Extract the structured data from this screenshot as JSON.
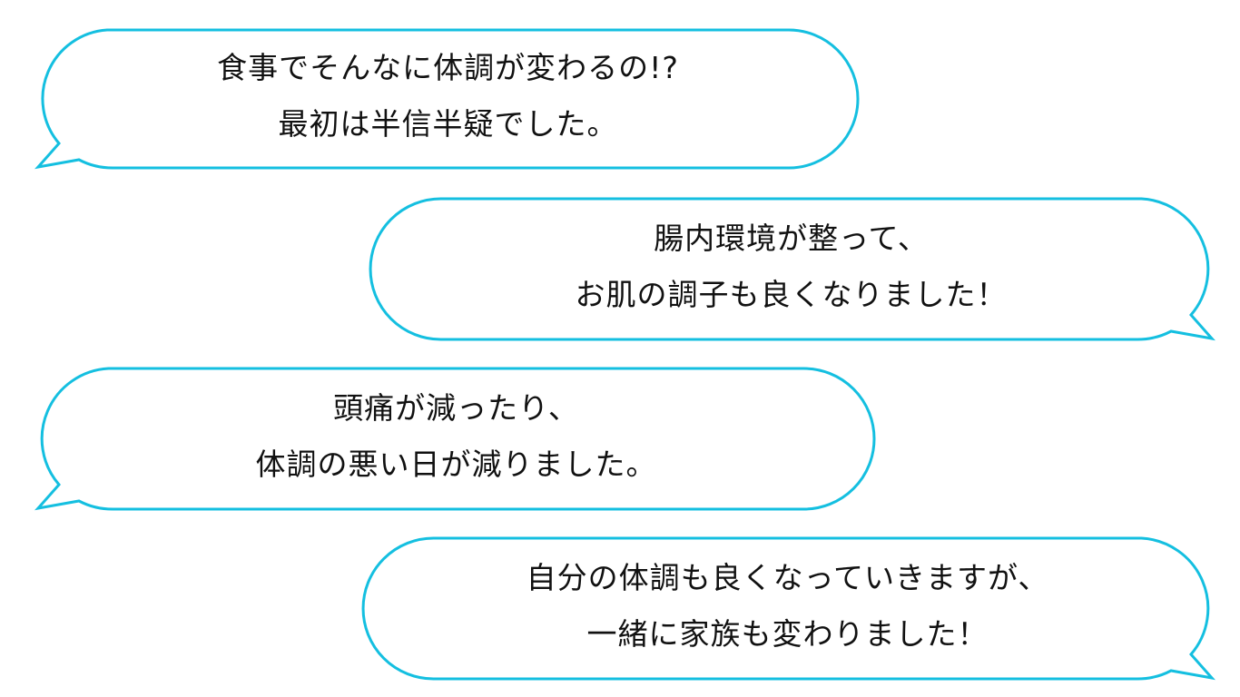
{
  "colors": {
    "bubble_stroke": "#14bfe0",
    "text": "#111111"
  },
  "bubbles": [
    {
      "tail": "left",
      "lines": [
        "食事でそんなに体調が変わるの!?",
        "最初は半信半疑でした。"
      ]
    },
    {
      "tail": "right",
      "lines": [
        "腸内環境が整って、",
        "お肌の調子も良くなりました！"
      ]
    },
    {
      "tail": "left",
      "lines": [
        "頭痛が減ったり、",
        "体調の悪い日が減りました。"
      ]
    },
    {
      "tail": "right",
      "lines": [
        "自分の体調も良くなっていきますが、",
        "一緒に家族も変わりました！"
      ]
    }
  ]
}
